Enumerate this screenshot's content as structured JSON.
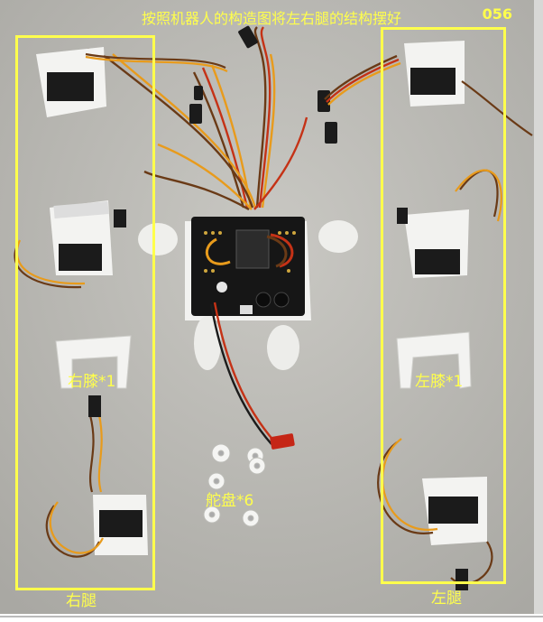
{
  "title": "按照机器人的构造图将左右腿的结构摆好",
  "page_number": "056",
  "labels": {
    "right_knee": "右膝*1",
    "left_knee": "左膝*1",
    "servo_horn": "舵盘*6",
    "right_leg": "右腿",
    "left_leg": "左腿"
  },
  "colors": {
    "annotation_yellow": "#ffff4c",
    "background": "#b9b8b3",
    "servo_white": "#f3f3f1",
    "servo_black": "#1b1b1b",
    "wire_brown": "#6a3a16",
    "wire_red": "#c53216",
    "wire_orange": "#e89b1c",
    "pcb_black": "#161616"
  },
  "objects": {
    "servos_left_group": 3,
    "servos_right_group": 3,
    "knee_brackets": 2,
    "servo_horns": 6,
    "controller_board": 1
  }
}
